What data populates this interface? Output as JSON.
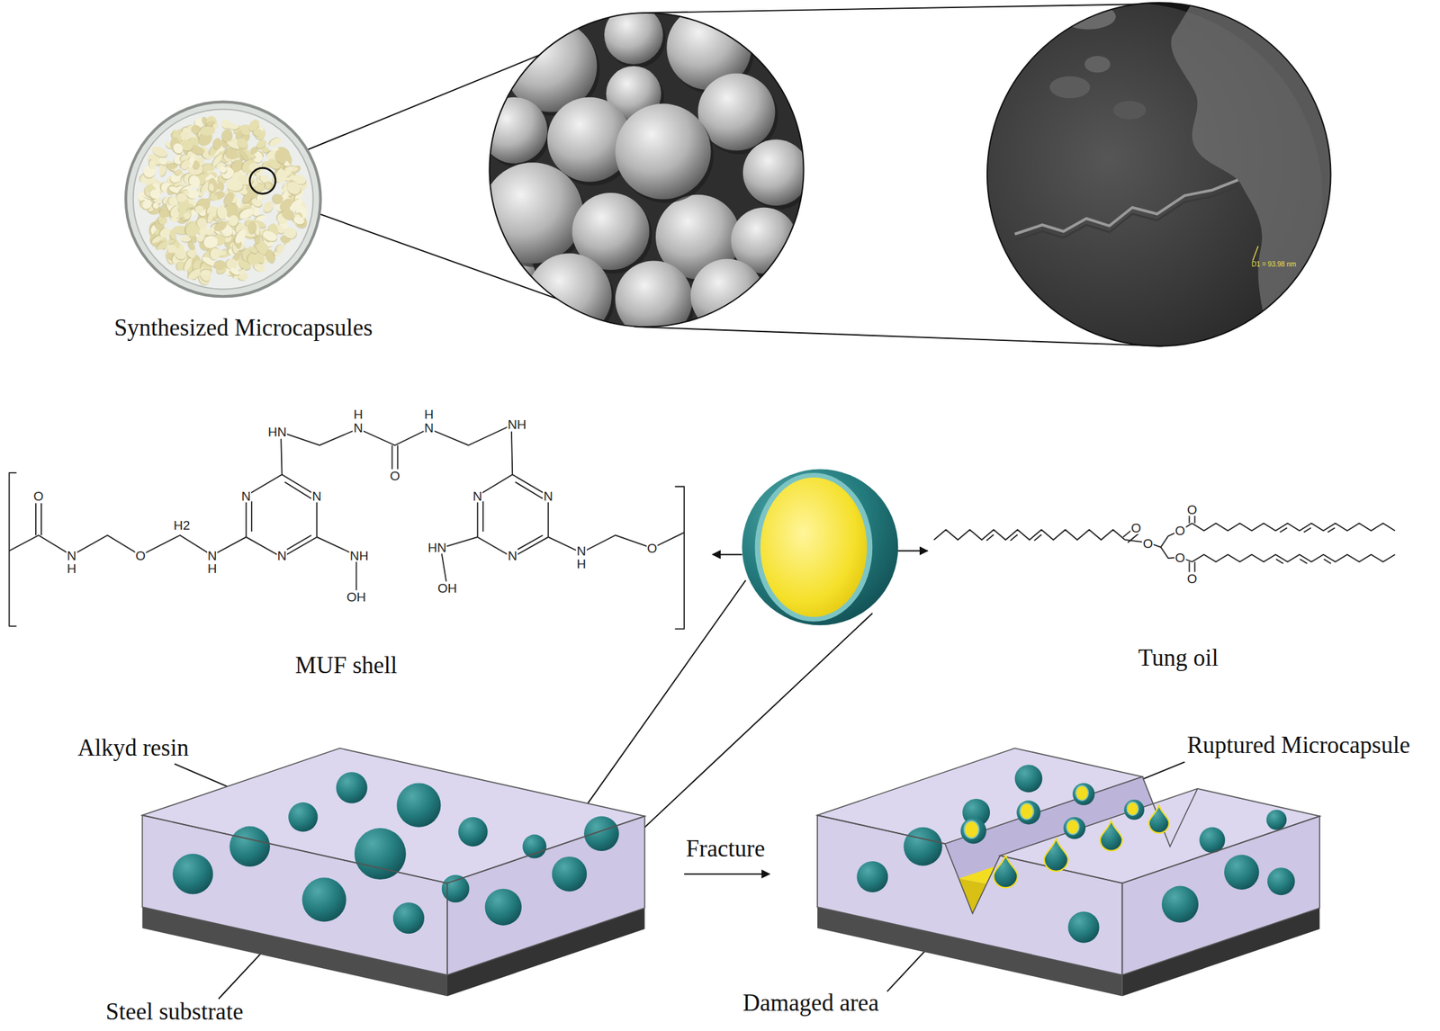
{
  "diagram": {
    "labels": [
      "D1 = 93.98 nm",
      "Synthesized Microcapsules",
      "O",
      "N",
      "H",
      "O",
      "H2",
      "N",
      "H",
      "N",
      "N",
      "N",
      "HN",
      "H",
      "N",
      "O",
      "H",
      "N",
      "NH",
      "NH",
      "OH",
      "N",
      "N",
      "N",
      "HN",
      "OH",
      "N",
      "H",
      "O",
      "MUF shell",
      "O",
      "O",
      "O",
      "O",
      "O",
      "O",
      "Tung oil",
      "Alkyd resin",
      "Ruptured Microcapsule",
      "Fracture",
      "Steel substrate",
      "Damaged area"
    ]
  }
}
